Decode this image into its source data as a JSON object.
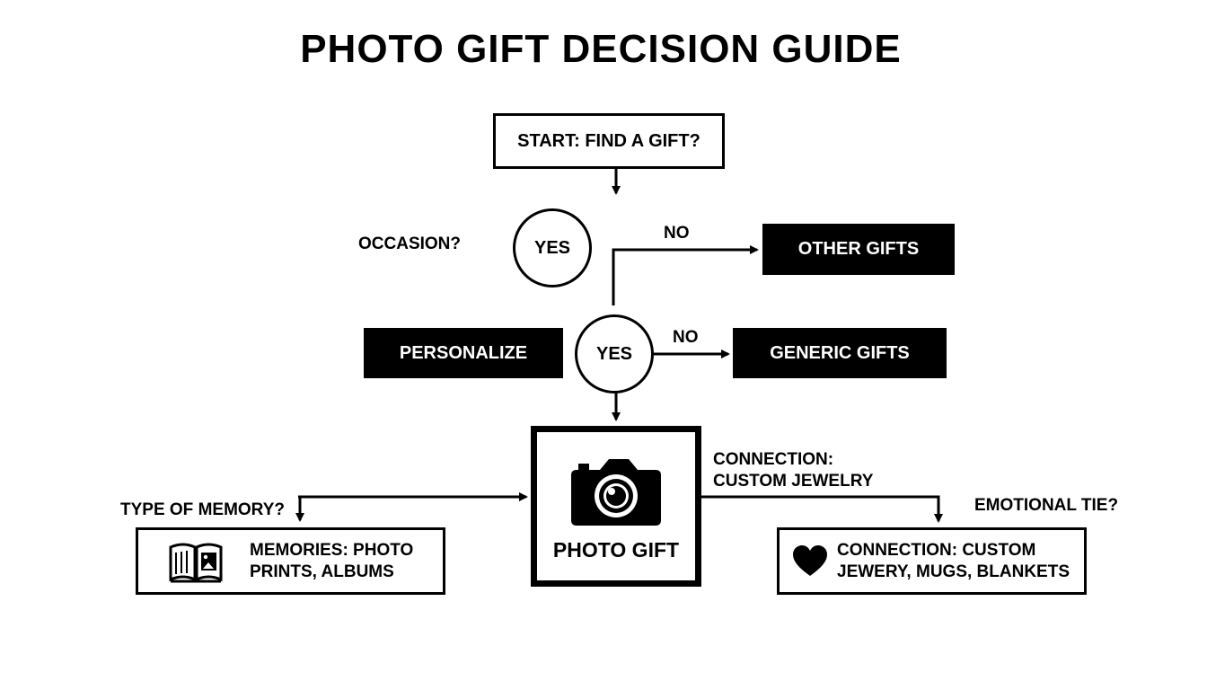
{
  "title": "PHOTO GIFT DECISION GUIDE",
  "nodes": {
    "start": "START: FIND A GIFT?",
    "occasion_question": "OCCASION?",
    "yes_1": "YES",
    "no_1": "NO",
    "other_gifts": "OTHER GIFTS",
    "personalize": "PERSONALIZE",
    "yes_2": "YES",
    "no_2": "NO",
    "generic_gifts": "GENERIC GIFTS",
    "photo_gift": "PHOTO GIFT",
    "connection_top_line1": "CONNECTION:",
    "connection_top_line2": "CUSTOM JEWELRY",
    "type_of_memory": "TYPE OF MEMORY?",
    "emotional_tie": "EMOTIONAL TIE?",
    "memories_line1": "MEMORIES: PHOTO",
    "memories_line2": "PRINTS, ALBUMS",
    "connection_line1": "CONNECTION: CUSTOM",
    "connection_line2": "JEWERY, MUGS, BLANKETS"
  },
  "icons": [
    "camera-icon",
    "photo-album-icon",
    "heart-icon"
  ],
  "colors": {
    "ink": "#000000",
    "background": "#ffffff"
  }
}
